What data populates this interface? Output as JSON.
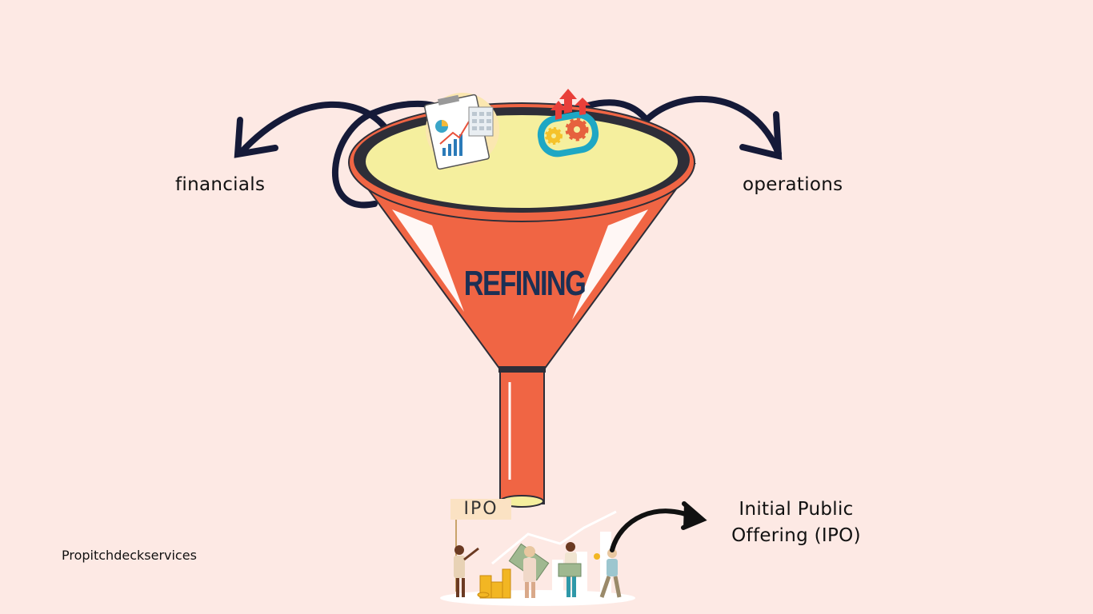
{
  "diagram": {
    "center_label": "REFINING",
    "left_label": "financials",
    "right_label": "operations",
    "outcome_label": "Initial Public Offering (IPO)",
    "tag_label": "IPO",
    "brand": "Propitchdeckservices"
  },
  "colors": {
    "background": "#fde9e4",
    "funnel": "#f06544",
    "funnel_top": "#f5ef9e",
    "rim": "#2e2e38",
    "arrows": "#151a38",
    "text_dark": "#1c3055"
  },
  "icons": [
    "report-chart-icon",
    "gears-growth-icon",
    "ipo-people-illustration"
  ]
}
